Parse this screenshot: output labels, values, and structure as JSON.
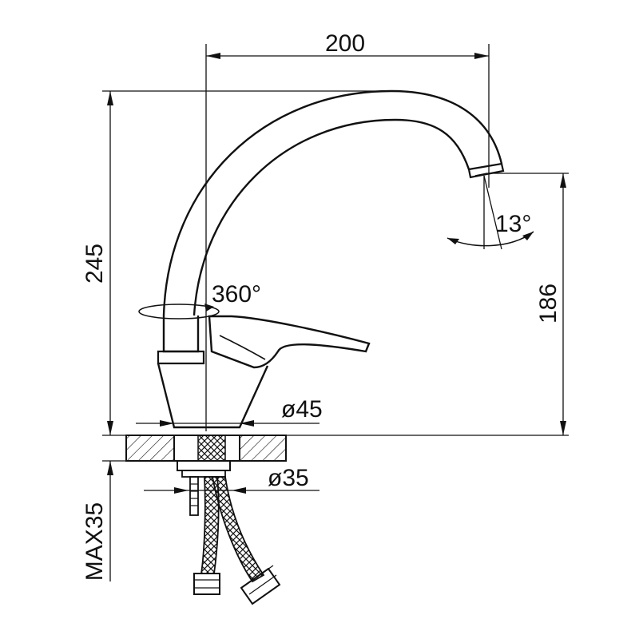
{
  "dimensions": {
    "width": "200",
    "height": "245",
    "spout_height": "186",
    "spout_angle": "13°",
    "rotation": "360°",
    "base_diameter": "ø45",
    "shank_diameter": "ø35",
    "max_counter": "MAX35"
  },
  "colors": {
    "line": "#111111",
    "background": "#ffffff"
  }
}
